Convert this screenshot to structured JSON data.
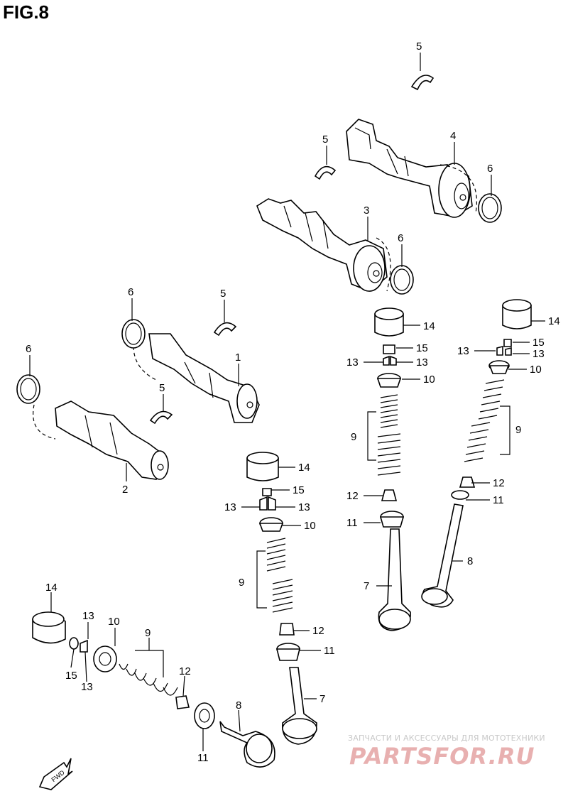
{
  "figure": {
    "title": "FIG.8"
  },
  "callouts": [
    {
      "id": "c-5a",
      "label": "5"
    },
    {
      "id": "c-4",
      "label": "4"
    },
    {
      "id": "c-5b",
      "label": "5"
    },
    {
      "id": "c-6a",
      "label": "6"
    },
    {
      "id": "c-3",
      "label": "3"
    },
    {
      "id": "c-6b",
      "label": "6"
    },
    {
      "id": "c-6c",
      "label": "6"
    },
    {
      "id": "c-5c",
      "label": "5"
    },
    {
      "id": "c-1",
      "label": "1"
    },
    {
      "id": "c-6d",
      "label": "6"
    },
    {
      "id": "c-5d",
      "label": "5"
    },
    {
      "id": "c-2",
      "label": "2"
    },
    {
      "id": "c-14a",
      "label": "14"
    },
    {
      "id": "c-15a",
      "label": "15"
    },
    {
      "id": "c-13a",
      "label": "13"
    },
    {
      "id": "c-13b",
      "label": "13"
    },
    {
      "id": "c-10a",
      "label": "10"
    },
    {
      "id": "c-9a",
      "label": "9"
    },
    {
      "id": "c-12a",
      "label": "12"
    },
    {
      "id": "c-11a",
      "label": "11"
    },
    {
      "id": "c-7a",
      "label": "7"
    },
    {
      "id": "c-14b",
      "label": "14"
    },
    {
      "id": "c-15b",
      "label": "15"
    },
    {
      "id": "c-13c",
      "label": "13"
    },
    {
      "id": "c-13d",
      "label": "13"
    },
    {
      "id": "c-10b",
      "label": "10"
    },
    {
      "id": "c-9b",
      "label": "9"
    },
    {
      "id": "c-12b",
      "label": "12"
    },
    {
      "id": "c-11b",
      "label": "11"
    },
    {
      "id": "c-8a",
      "label": "8"
    },
    {
      "id": "c-14c",
      "label": "14"
    },
    {
      "id": "c-15c",
      "label": "15"
    },
    {
      "id": "c-13e",
      "label": "13"
    },
    {
      "id": "c-13f",
      "label": "13"
    },
    {
      "id": "c-10c",
      "label": "10"
    },
    {
      "id": "c-9c",
      "label": "9"
    },
    {
      "id": "c-12c",
      "label": "12"
    },
    {
      "id": "c-11c",
      "label": "11"
    },
    {
      "id": "c-7b",
      "label": "7"
    },
    {
      "id": "c-14d",
      "label": "14"
    },
    {
      "id": "c-13g",
      "label": "13"
    },
    {
      "id": "c-10d",
      "label": "10"
    },
    {
      "id": "c-9d",
      "label": "9"
    },
    {
      "id": "c-15d",
      "label": "15"
    },
    {
      "id": "c-13h",
      "label": "13"
    },
    {
      "id": "c-12d",
      "label": "12"
    },
    {
      "id": "c-8b",
      "label": "8"
    },
    {
      "id": "c-11d",
      "label": "11"
    }
  ],
  "fwd_label": "FWD",
  "watermark": {
    "line1": "ЗАПЧАСТИ И АКСЕССУАРЫ ДЛЯ МОТОТЕХНИКИ",
    "logo": "PARTSFOR.RU"
  }
}
